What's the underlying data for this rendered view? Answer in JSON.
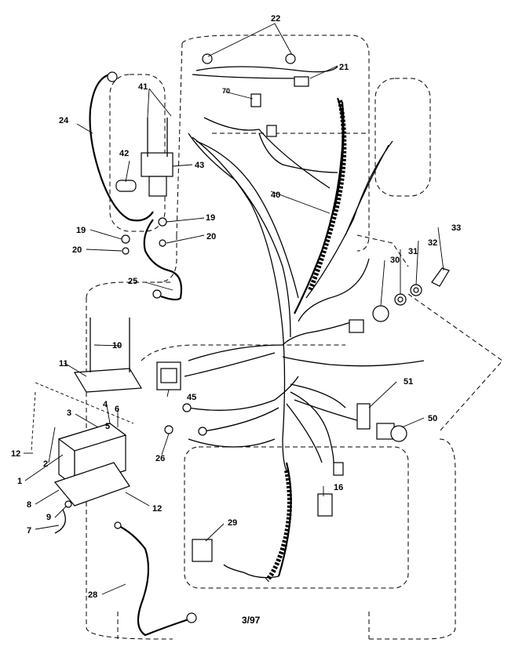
{
  "callouts": {
    "c1": "1",
    "c2": "2",
    "c3": "3",
    "c4": "4",
    "c5": "5",
    "c6": "6",
    "c7": "7",
    "c8": "8",
    "c9": "9",
    "c10": "10",
    "c11": "11",
    "c12a": "12",
    "c12b": "12",
    "c16": "16",
    "c19a": "19",
    "c19b": "19",
    "c20a": "20",
    "c20b": "20",
    "c21": "21",
    "c22": "22",
    "c24": "24",
    "c25": "25",
    "c26": "26",
    "c28": "28",
    "c29": "29",
    "c30": "30",
    "c31": "31",
    "c32": "32",
    "c33": "33",
    "c40": "40",
    "c41": "41",
    "c42": "42",
    "c43": "43",
    "c45": "45",
    "c50": "50",
    "c51": "51",
    "c70": "70"
  },
  "footer": {
    "date_code": "3/97"
  }
}
